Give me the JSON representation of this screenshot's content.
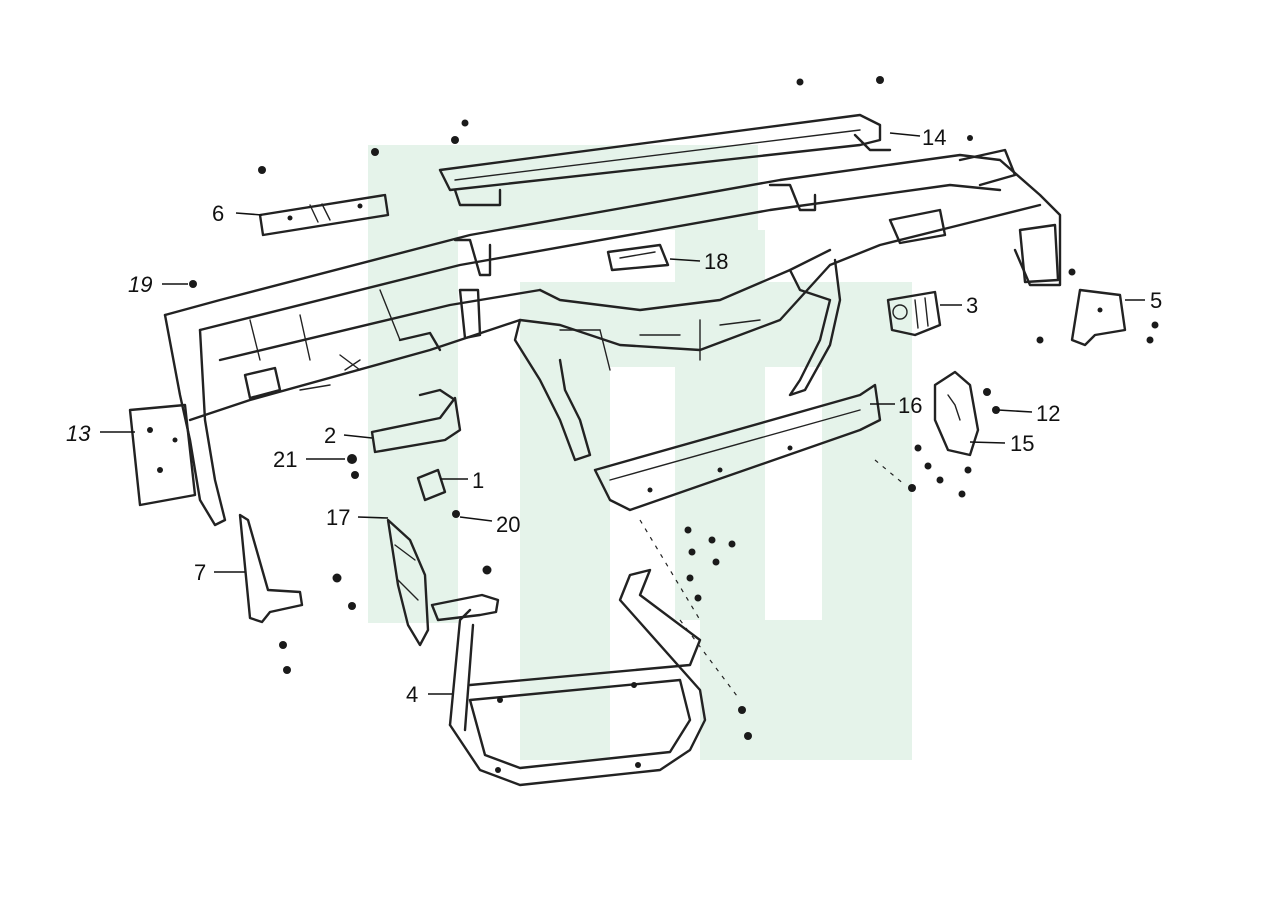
{
  "watermark_color": "#e5f3ea",
  "line_color": "#222222",
  "callouts": [
    {
      "id": "c1",
      "text": "1"
    },
    {
      "id": "c2",
      "text": "2"
    },
    {
      "id": "c3",
      "text": "3"
    },
    {
      "id": "c4",
      "text": "4"
    },
    {
      "id": "c5",
      "text": "5"
    },
    {
      "id": "c6",
      "text": "6"
    },
    {
      "id": "c7",
      "text": "7"
    },
    {
      "id": "c12",
      "text": "12"
    },
    {
      "id": "c13",
      "text": "13"
    },
    {
      "id": "c14",
      "text": "14"
    },
    {
      "id": "c15",
      "text": "15"
    },
    {
      "id": "c16",
      "text": "16"
    },
    {
      "id": "c17",
      "text": "17"
    },
    {
      "id": "c18",
      "text": "18"
    },
    {
      "id": "c19",
      "text": "19"
    },
    {
      "id": "c20",
      "text": "20"
    },
    {
      "id": "c21",
      "text": "21"
    }
  ]
}
